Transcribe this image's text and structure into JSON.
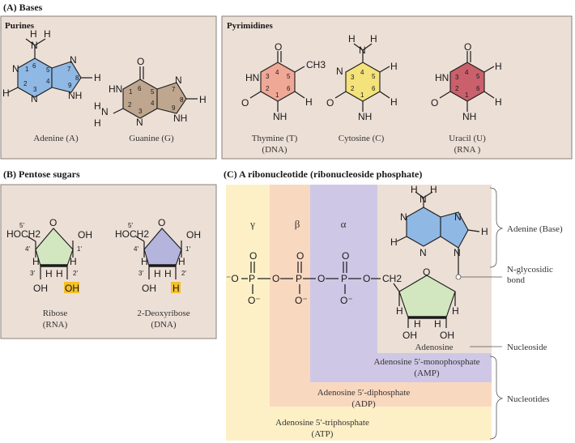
{
  "colors": {
    "panel_fill": "#ecdfd6",
    "panel_border": "#8a7f78",
    "purine_blue": "#8fb8e4",
    "guanine_brown": "#bfa68e",
    "thymine_pink": "#f0a896",
    "cytosine_yellow": "#f4e27a",
    "uracil_red": "#c9606b",
    "ribose_green": "#d2e6bf",
    "deoxy_purple": "#b4b4dc",
    "highlight": "#f5c02a",
    "gamma_band": "#fdf0c6",
    "beta_band": "#f9d8c0",
    "alpha_band": "#cfc7e6",
    "nucleoside_band": "#ecdfd6"
  },
  "panel_a": {
    "title": "(A) Bases",
    "purines_label": "Purines",
    "pyrimidines_label": "Pyrimidines",
    "adenine_caption": "Adenine (A)",
    "guanine_caption": "Guanine (G)",
    "thymine_caption": "Thymine (T)",
    "thymine_sub": "(DNA)",
    "cytosine_caption": "Cytosine (C)",
    "uracil_caption": "Uracil (U)",
    "uracil_sub": "(RNA )"
  },
  "panel_b": {
    "title": "(B) Pentose sugars",
    "ribose_caption": "Ribose",
    "ribose_sub": "(RNA)",
    "deoxy_caption": "2-Deoxyribose",
    "deoxy_sub": "(DNA)"
  },
  "panel_c": {
    "title": "(C) A ribonucleotide (ribonucleoside phosphate)",
    "gamma": "γ",
    "beta": "β",
    "alpha": "α",
    "adenosine": "Adenosine",
    "amp_line1": "Adenosine 5′-monophosphate",
    "amp_line2": "(AMP)",
    "adp_line1": "Adenosine 5′-diphosphate",
    "adp_line2": "(ADP)",
    "atp_line1": "Adenosine 5′-triphosphate",
    "atp_line2": "(ATP)",
    "label_base": "Adenine (Base)",
    "label_glyco1": "N-glycosidic",
    "label_glyco2": "bond",
    "label_nucleoside": "Nucleoside",
    "label_nucleotides": "Nucleotides"
  },
  "atoms": {
    "N": "N",
    "NH": "NH",
    "HN": "HN",
    "H": "H",
    "O": "O",
    "OH": "OH",
    "CH3": "CH3",
    "HOCH2": "HOCH2",
    "CH2": "CH2",
    "P": "P",
    "Ominus": "O⁻",
    "minusO": "⁻O"
  },
  "ring_numbers": {
    "n1": "1",
    "n2": "2",
    "n3": "3",
    "n4": "4",
    "n5": "5",
    "n6": "6",
    "n7": "7",
    "n8": "8",
    "n9": "9",
    "p1": "1′",
    "p2": "2′",
    "p3": "3′",
    "p4": "4′",
    "p5": "5′"
  }
}
